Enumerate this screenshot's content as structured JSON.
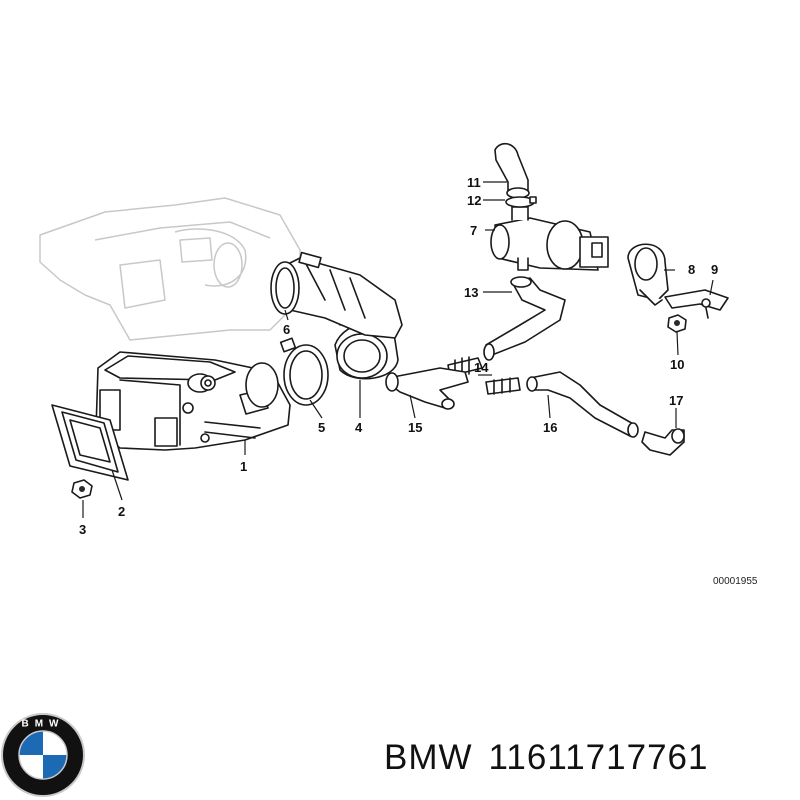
{
  "diagram": {
    "reference_code": "00001955",
    "callouts": [
      "1",
      "2",
      "3",
      "4",
      "5",
      "6",
      "7",
      "8",
      "9",
      "10",
      "11",
      "12",
      "13",
      "14",
      "15",
      "16",
      "17"
    ]
  },
  "brand": {
    "name": "BMW",
    "part_number": "11611717761",
    "logo_icon": "bmw-roundel-icon",
    "logo_letters": "BMW",
    "colors": {
      "blue": "#1c69b4",
      "black": "#111111",
      "silver": "#c9c9c9"
    }
  }
}
